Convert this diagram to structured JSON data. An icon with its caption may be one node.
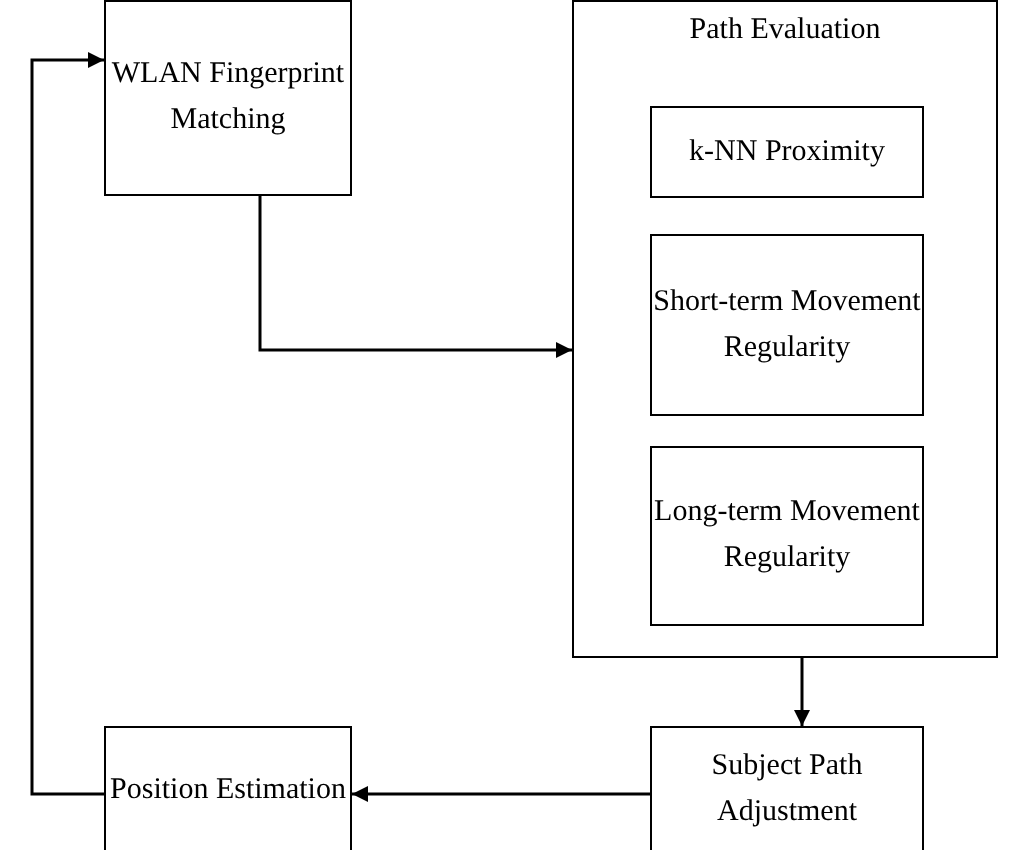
{
  "diagram": {
    "nodes": [
      {
        "text": [
          "WLAN Fingerprint Matching"
        ]
      },
      {
        "text": [
          "Path Evaluation"
        ]
      },
      {
        "text": [
          "k-NN Proximity"
        ],
        "in": 1
      },
      {
        "text": [
          "Short-term Movement Regularity"
        ],
        "in": 1
      },
      {
        "text": [
          "Long-term Movement Regularity"
        ],
        "in": 1
      },
      {
        "text": [
          "Subject Path Adjustment"
        ]
      },
      {
        "text": [
          "Position Estimation"
        ]
      }
    ],
    "edges": [
      {
        "from": 0,
        "to": 1,
        "arrow": "to"
      },
      {
        "from": 1,
        "to": 5,
        "arrow": "to"
      },
      {
        "from": 5,
        "to": 6,
        "arrow": "to"
      },
      {
        "from": 6,
        "to": 0,
        "arrow": "to"
      }
    ]
  }
}
